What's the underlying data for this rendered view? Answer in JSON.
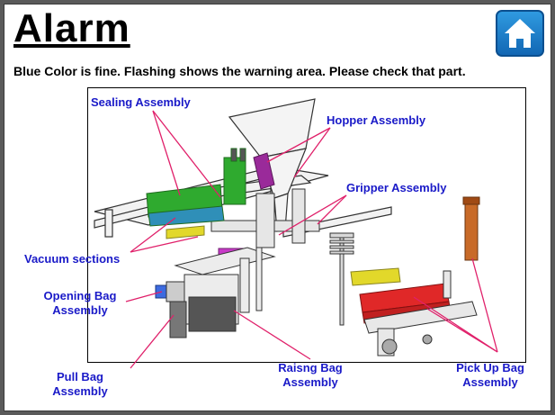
{
  "header": {
    "title": "Alarm",
    "home_icon": "home-icon"
  },
  "instruction": "Blue Color is fine. Flashing shows the warning area. Please check that part.",
  "labels": {
    "sealing": "Sealing Assembly",
    "hopper": "Hopper Assembly",
    "gripper": "Gripper Assembly",
    "vacuum": "Vacuum sections",
    "opening_line1": "Opening Bag",
    "opening_line2": "Assembly",
    "pull_line1": "Pull Bag",
    "pull_line2": "Assembly",
    "raising_line1": "Raisng Bag",
    "raising_line2": "Assembly",
    "pickup_line1": "Pick Up Bag",
    "pickup_line2": "Assembly"
  },
  "colors": {
    "label": "#1a1ac8",
    "pointer": "#e0206a",
    "sealing_part": "#2faa2f",
    "vacuum_part": "#e2d82a",
    "opening_part": "#3d6be0",
    "hopper_part": "#9a2a9a",
    "pickup_part": "#e02828",
    "pickup_cylinder": "#c86a28"
  }
}
